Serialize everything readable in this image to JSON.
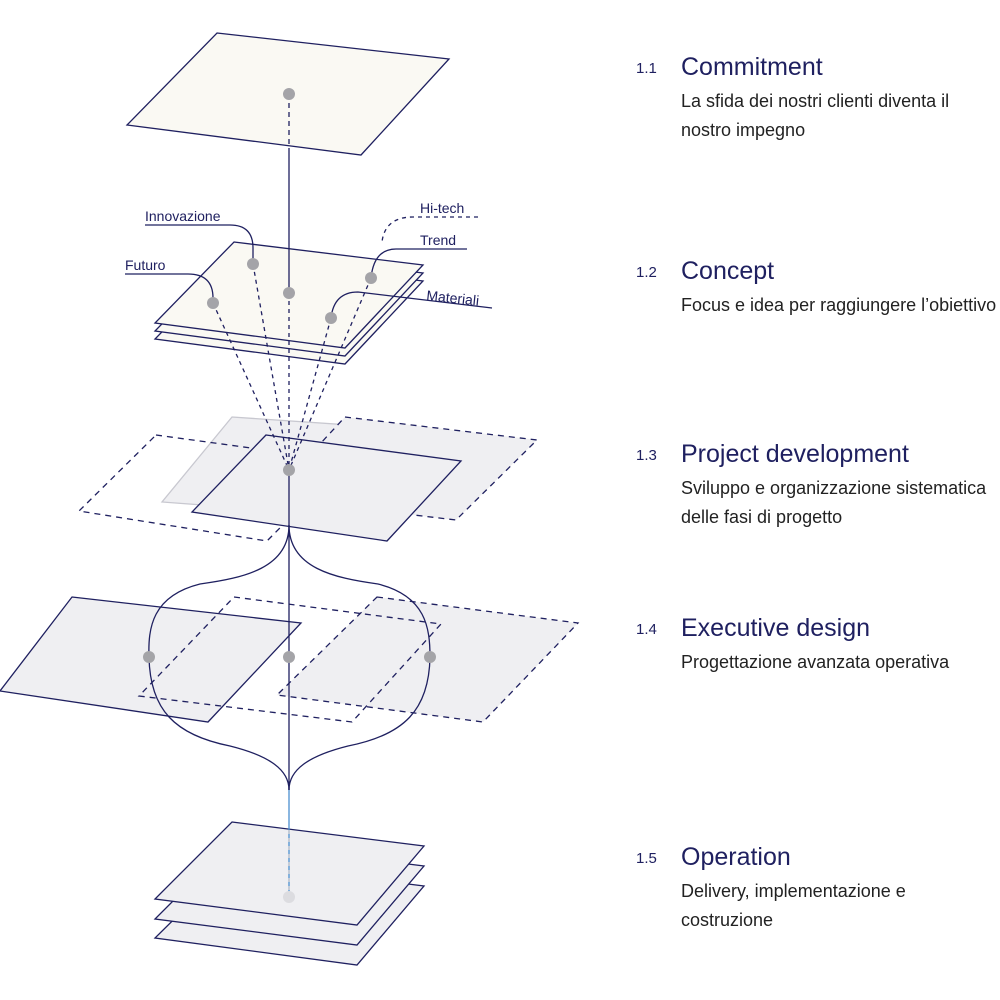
{
  "diagram": {
    "labels": {
      "innovazione": "Innovazione",
      "futuro": "Futuro",
      "hitech": "Hi-tech",
      "trend": "Trend",
      "materiali": "Materiali"
    },
    "colors": {
      "line": "#1f2060",
      "plane_warm": "#faf9f3",
      "plane_gray": "#efeff2",
      "dot": "#a4a4a8",
      "accent_line": "#4a8fd0"
    }
  },
  "steps": [
    {
      "num": "1.1",
      "title": "Commitment",
      "desc": "La sfida dei nostri clienti diventa il nostro impegno"
    },
    {
      "num": "1.2",
      "title": "Concept",
      "desc": "Focus e idea per raggiungere l’obiettivo"
    },
    {
      "num": "1.3",
      "title": "Project development",
      "desc": "Sviluppo e organizzazione sistematica delle fasi di progetto"
    },
    {
      "num": "1.4",
      "title": "Executive design",
      "desc": "Progettazione avanzata operativa"
    },
    {
      "num": "1.5",
      "title": "Operation",
      "desc": "Delivery, implementazione e costruzione"
    }
  ]
}
